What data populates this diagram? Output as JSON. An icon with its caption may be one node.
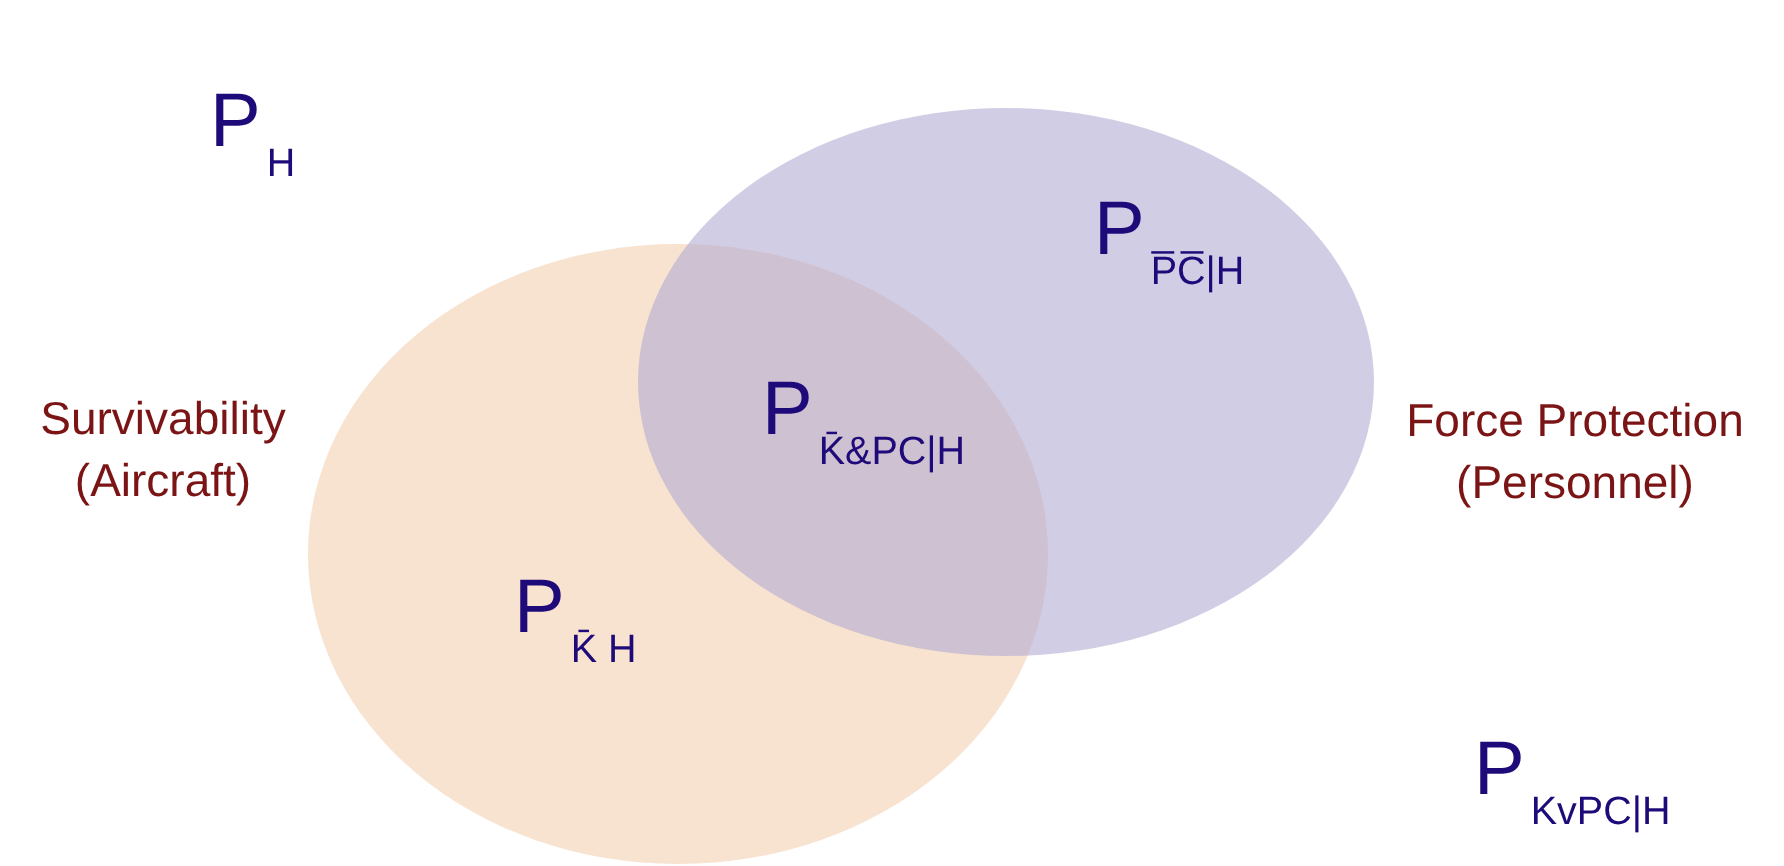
{
  "diagram": {
    "nodes": [
      {
        "text": [
          "Survivability (Aircraft)"
        ]
      },
      {
        "text": [
          "Force Protection (Personnel)"
        ]
      }
    ],
    "labels": [
      "P$_{H}$",
      "P$_{P̅C̅|H}$",
      "P$_{K̄&PC|H}$",
      "P$_{K̄ H}$",
      "P$_{KvPC|H}$"
    ]
  }
}
